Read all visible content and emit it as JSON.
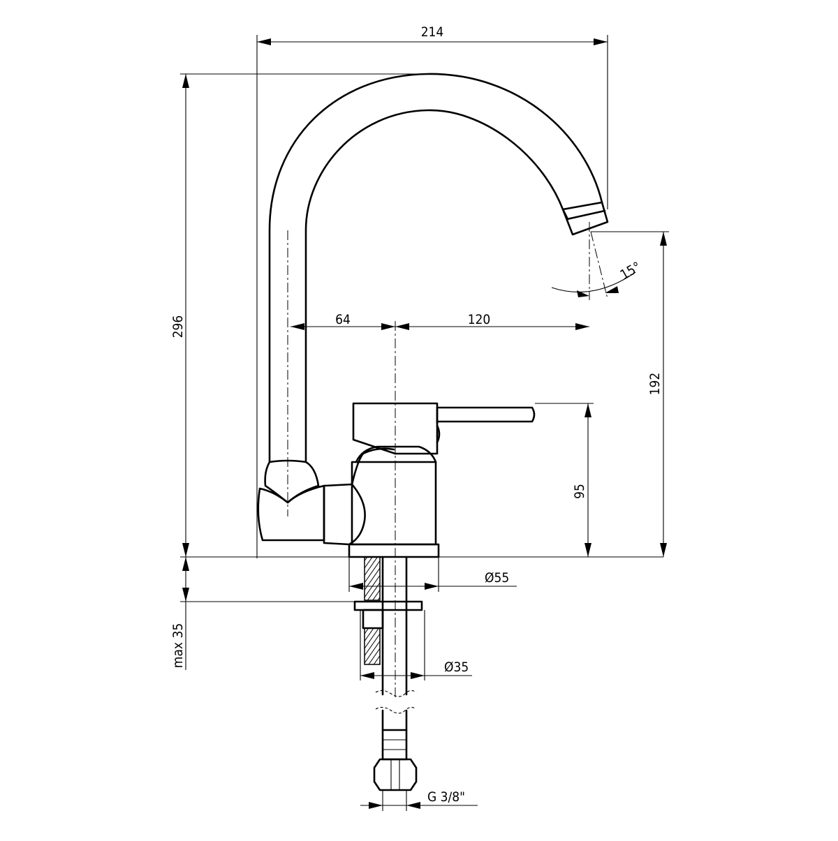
{
  "drawing": {
    "subject": "single-lever faucet with swivel spout",
    "dimensions": {
      "spout_reach": "214",
      "total_height": "296",
      "outlet_height": "192",
      "body_height": "95",
      "spout_offset_left": "64",
      "spout_offset_right": "120",
      "outlet_angle": "15°",
      "base_diameter": "Ø55",
      "shank_diameter": "Ø35",
      "max_countertop": "max 35",
      "connection_thread": "G 3/8\""
    }
  }
}
